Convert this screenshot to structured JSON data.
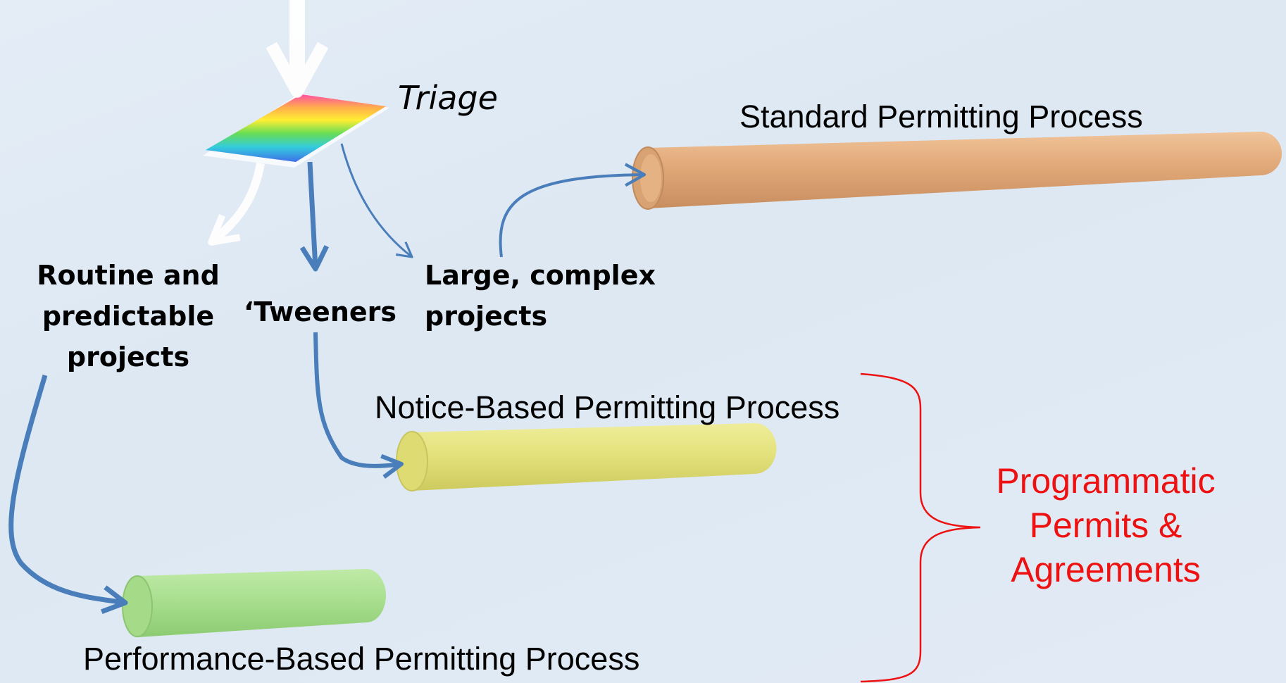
{
  "triage": {
    "label": "Triage"
  },
  "categories": {
    "routine": {
      "label_lines": [
        "Routine and",
        "predictable",
        "projects"
      ]
    },
    "tweeners": {
      "label": "‘Tweeners"
    },
    "large": {
      "label_lines": [
        "Large, complex",
        "projects"
      ]
    }
  },
  "processes": {
    "standard": {
      "label": "Standard Permitting Process",
      "color": "#e1a878"
    },
    "notice": {
      "label": "Notice-Based Permitting Process",
      "color": "#e4e27c"
    },
    "performance": {
      "label": "Performance-Based Permitting Process",
      "color": "#a9df8f"
    }
  },
  "programmatic": {
    "label_lines": [
      "Programmatic",
      "Permits &",
      "Agreements"
    ],
    "color": "#ee1111"
  },
  "colors": {
    "arrow_blue": "#4a7ebb",
    "arrow_white": "#ffffff"
  }
}
